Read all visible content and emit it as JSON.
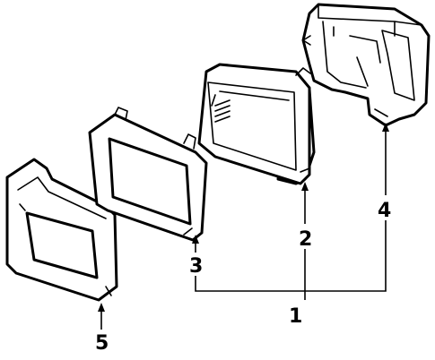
{
  "diagram": {
    "callouts": [
      {
        "id": "c1",
        "label": "1"
      },
      {
        "id": "c2",
        "label": "2"
      },
      {
        "id": "c3",
        "label": "3"
      },
      {
        "id": "c4",
        "label": "4"
      },
      {
        "id": "c5",
        "label": "5"
      }
    ],
    "colors": {
      "ink": "#000000",
      "paper": "#ffffff"
    }
  }
}
